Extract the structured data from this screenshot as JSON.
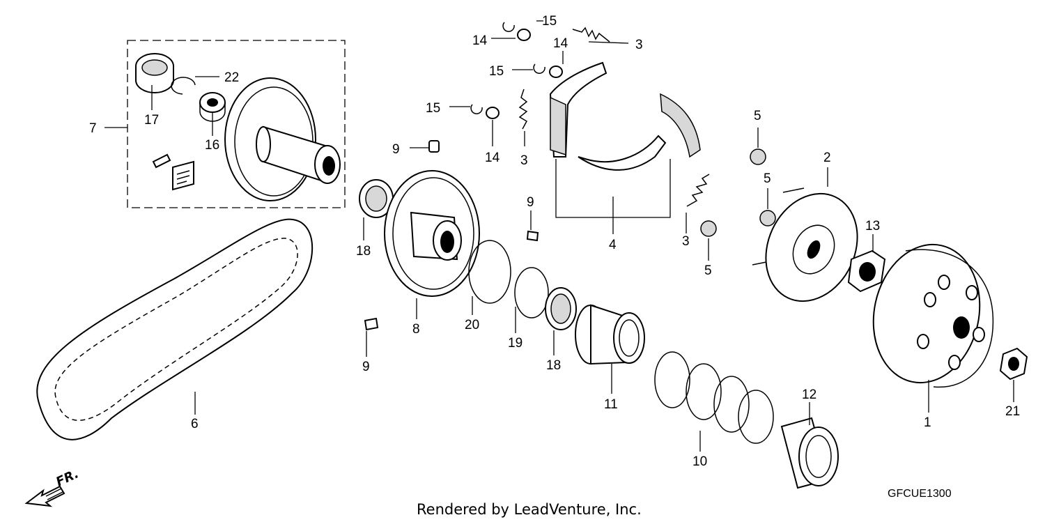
{
  "diagram": {
    "code": "GFCUE1300",
    "credit": "Rendered by LeadVenture, Inc.",
    "direction_label": "FR.",
    "callouts": {
      "c1": "1",
      "c2": "2",
      "c3a": "3",
      "c3b": "3",
      "c3c": "3",
      "c4": "4",
      "c5a": "5",
      "c5b": "5",
      "c5c": "5",
      "c6": "6",
      "c7": "7",
      "c8": "8",
      "c9a": "9",
      "c9b": "9",
      "c9c": "9",
      "c10": "10",
      "c11": "11",
      "c12": "12",
      "c13": "13",
      "c14a": "14",
      "c14b": "14",
      "c14c": "14",
      "c15a": "15",
      "c15b": "15",
      "c15c": "15",
      "c16": "16",
      "c17": "17",
      "c18a": "18",
      "c18b": "18",
      "c19": "19",
      "c20": "20",
      "c21": "21",
      "c22": "22"
    }
  }
}
